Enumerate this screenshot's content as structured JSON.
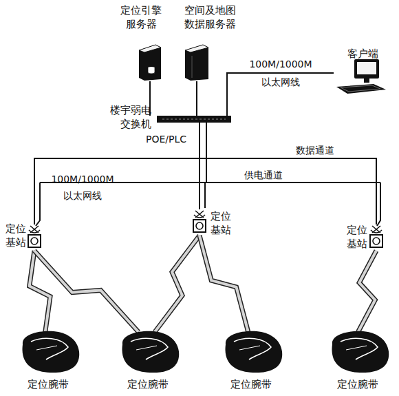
{
  "diagram": {
    "nodes": [
      {
        "text": [
          "定位引擎 服务器"
        ]
      },
      {
        "text": [
          "空间及地图 数据服务器"
        ]
      },
      {
        "text": [
          "客户端"
        ]
      },
      {
        "text": [
          "楼宇弱电 交换机"
        ]
      },
      {
        "text": [
          "定位 基站"
        ]
      },
      {
        "text": [
          "定位 基站"
        ]
      },
      {
        "text": [
          "定位 基站"
        ]
      },
      {
        "text": [
          "定位腕带"
        ]
      },
      {
        "text": [
          "定位腕带"
        ]
      },
      {
        "text": [
          "定位腕带"
        ]
      },
      {
        "text": [
          "定位腕带"
        ]
      }
    ],
    "edges": [
      {
        "from": 0,
        "to": 3,
        "arrow": "none"
      },
      {
        "from": 1,
        "to": 3,
        "arrow": "none"
      },
      {
        "from": 3,
        "to": 2,
        "label": "100M/1000M 以太网线",
        "arrow": "none"
      },
      {
        "from": 3,
        "to": 4,
        "label": "100M/1000M 以太网线",
        "arrow": "none"
      },
      {
        "from": 3,
        "to": 5,
        "arrow": "none"
      },
      {
        "from": 3,
        "to": 6,
        "arrow": "none"
      },
      {
        "from": 4,
        "to": 7,
        "arrow": "none"
      },
      {
        "from": 4,
        "to": 8,
        "arrow": "none"
      },
      {
        "from": 5,
        "to": 8,
        "arrow": "none"
      },
      {
        "from": 5,
        "to": 9,
        "arrow": "none"
      },
      {
        "from": 6,
        "to": 10,
        "arrow": "none"
      }
    ],
    "labels": [
      "POE/PLC",
      "数据通道",
      "供电通道"
    ]
  }
}
